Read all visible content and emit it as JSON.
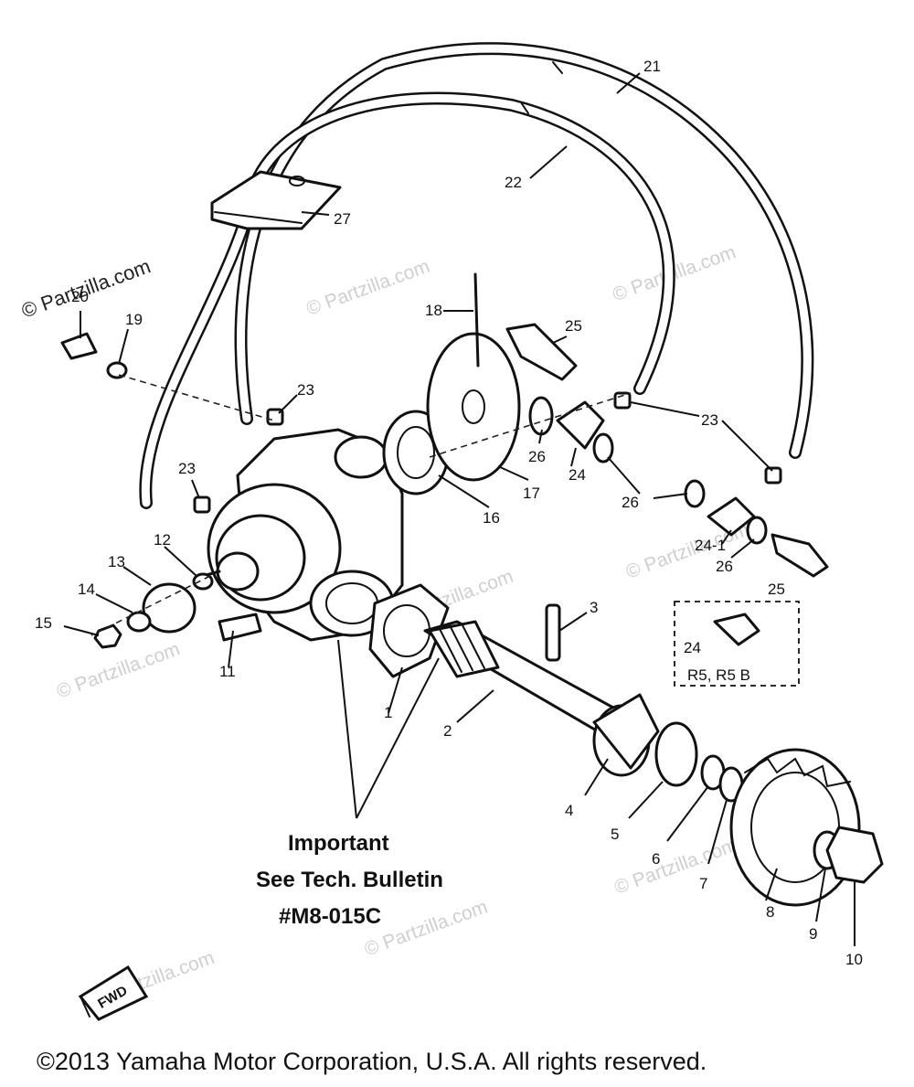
{
  "callouts": {
    "c1": "1",
    "c2": "2",
    "c3": "3",
    "c4": "4",
    "c5": "5",
    "c6": "6",
    "c7": "7",
    "c8": "8",
    "c9": "9",
    "c10": "10",
    "c11": "11",
    "c12": "12",
    "c13": "13",
    "c14": "14",
    "c15": "15",
    "c16": "16",
    "c17": "17",
    "c18": "18",
    "c19": "19",
    "c20": "20",
    "c21": "21",
    "c22": "22",
    "c23a": "23",
    "c23b": "23",
    "c23c": "23",
    "c24a": "24",
    "c24b": "24",
    "c24_1": "24-1",
    "c25a": "25",
    "c25b": "25",
    "c26a": "26",
    "c26b": "26",
    "c26c": "26",
    "c27": "27"
  },
  "variant_box": {
    "part_number": "24",
    "models": "R5, R5 B"
  },
  "note": {
    "line1": "Important",
    "line2": "See Tech. Bulletin",
    "line3": "#M8-015C"
  },
  "direction_marker": "FWD",
  "watermark": {
    "text": "© Partzilla.com",
    "text_dark": "© Partzilla.com"
  },
  "copyright": "©2013 Yamaha Motor Corporation, U.S.A. All rights reserved."
}
